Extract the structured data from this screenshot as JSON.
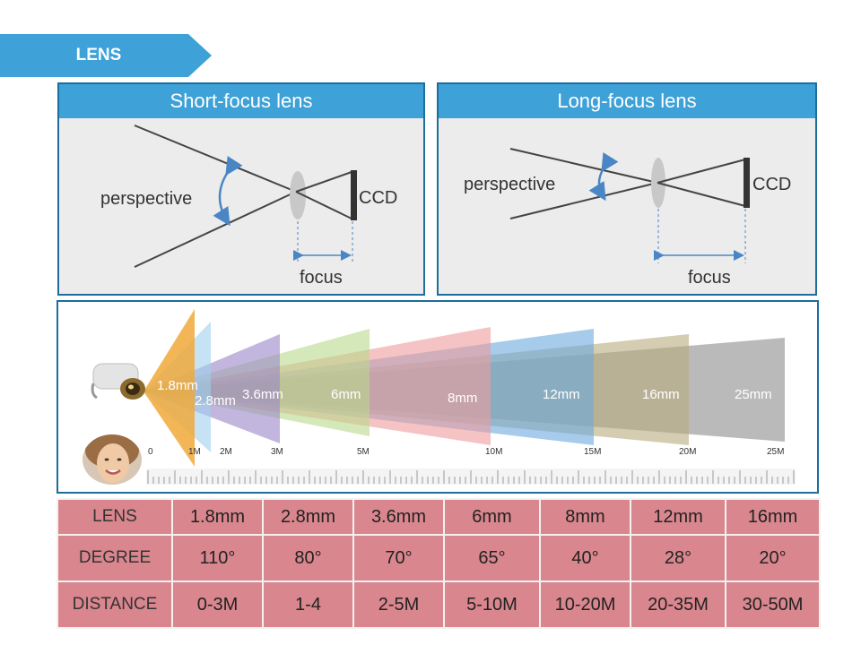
{
  "ribbon": {
    "title": "LENS",
    "color": "#3ea1d7"
  },
  "short_panel": {
    "title": "Short-focus lens",
    "perspective_label": "perspective",
    "ccd_label": "CCD",
    "focus_label": "focus"
  },
  "long_panel": {
    "title": "Long-focus lens",
    "perspective_label": "perspective",
    "ccd_label": "CCD",
    "focus_label": "focus"
  },
  "fov": {
    "beams": [
      {
        "label": "1.8mm",
        "color": "#f0a93a"
      },
      {
        "label": "2.8mm",
        "color": "#9fd0ec"
      },
      {
        "label": "3.6mm",
        "color": "#9a86c8"
      },
      {
        "label": "6mm",
        "color": "#b9d98a"
      },
      {
        "label": "8mm",
        "color": "#ef9b9b"
      },
      {
        "label": "12mm",
        "color": "#6aa8de"
      },
      {
        "label": "16mm",
        "color": "#b9ab7f"
      },
      {
        "label": "25mm",
        "color": "#8c8c8c"
      }
    ],
    "distance_marks": [
      "0",
      "1M",
      "2M",
      "3M",
      "5M",
      "10M",
      "15M",
      "20M",
      "25M"
    ],
    "icons": {
      "camera": "security-camera-icon",
      "person": "person-face-icon"
    }
  },
  "table": {
    "rows": [
      {
        "header": "LENS",
        "cells": [
          "1.8mm",
          "2.8mm",
          "3.6mm",
          "6mm",
          "8mm",
          "12mm",
          "16mm"
        ]
      },
      {
        "header": "DEGREE",
        "cells": [
          "110°",
          "80°",
          "70°",
          "65°",
          "40°",
          "28°",
          "20°"
        ]
      },
      {
        "header": "DISTANCE",
        "cells": [
          "0-3M",
          "1-4",
          "2-5M",
          "5-10M",
          "10-20M",
          "20-35M",
          "30-50M"
        ]
      }
    ]
  }
}
